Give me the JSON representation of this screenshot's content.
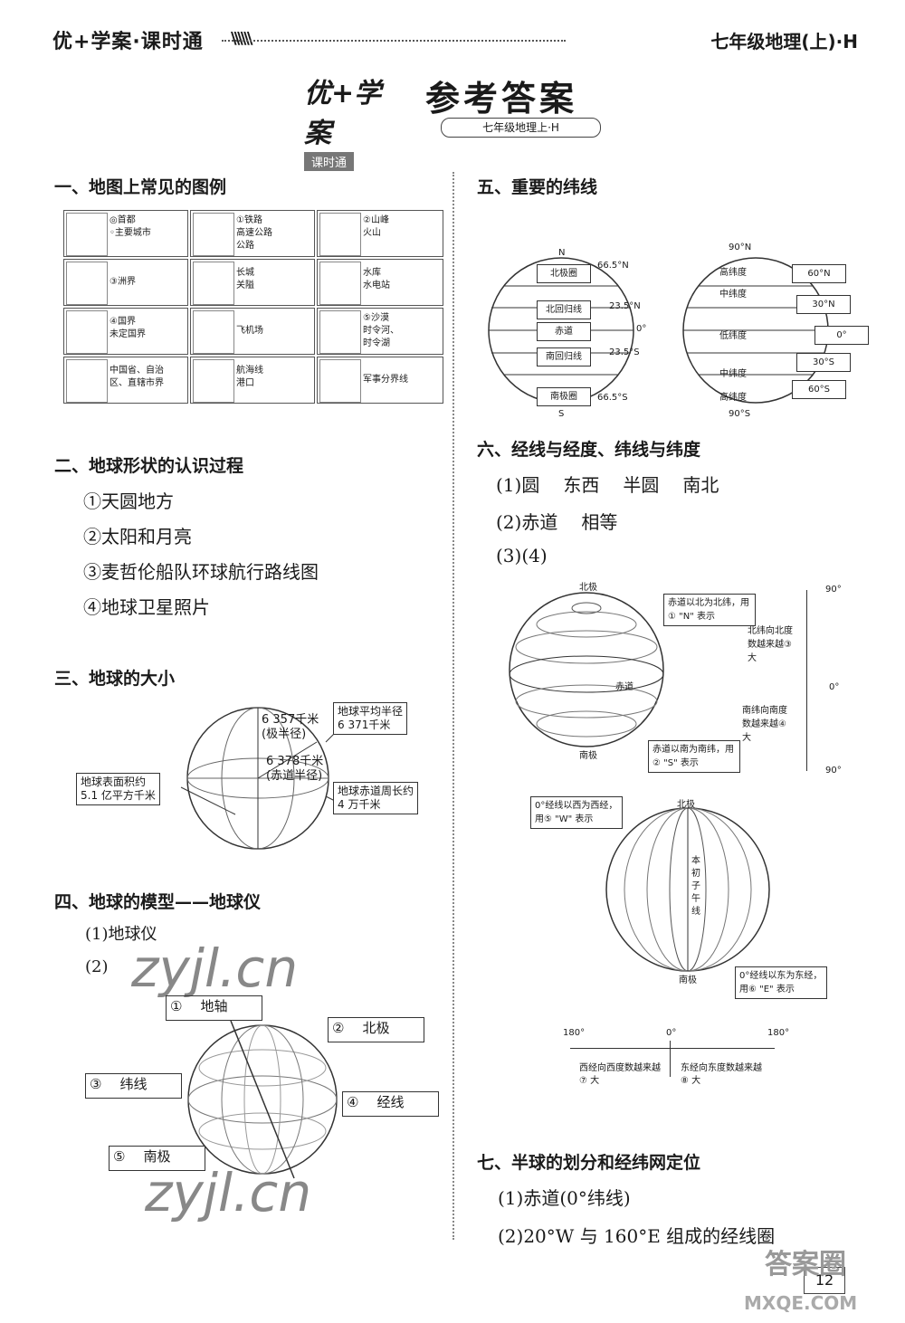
{
  "header": {
    "brand": "优+学案·课时通",
    "book": "七年级地理(上)·H"
  },
  "title_block": {
    "logo_text": "优+学案",
    "logo_sub": "课时通",
    "title": "参考答案",
    "subtitle": "七年级地理上·H"
  },
  "sec1": {
    "heading": "一、地图上常见的图例",
    "cells": [
      {
        "lines": [
          "◎首都",
          "◦主要城市"
        ]
      },
      {
        "lines": [
          "①铁路",
          "高速公路",
          "公路"
        ]
      },
      {
        "lines": [
          "②山峰",
          "火山"
        ]
      },
      {
        "lines": [
          "③洲界"
        ]
      },
      {
        "lines": [
          "长城",
          "关隘"
        ]
      },
      {
        "lines": [
          "水库",
          "水电站"
        ]
      },
      {
        "lines": [
          "④国界",
          "未定国界"
        ]
      },
      {
        "lines": [
          "飞机场"
        ]
      },
      {
        "lines": [
          "⑤沙漠",
          "时令河、",
          "时令湖"
        ]
      },
      {
        "lines": [
          "中国省、自治",
          "区、直辖市界"
        ]
      },
      {
        "lines": [
          "航海线",
          "港口"
        ]
      },
      {
        "lines": [
          "军事分界线"
        ]
      }
    ]
  },
  "sec2": {
    "heading": "二、地球形状的认识过程",
    "answers": [
      "①天圆地方",
      "②太阳和月亮",
      "③麦哲伦船队环球航行路线图",
      "④地球卫星照片"
    ]
  },
  "sec3": {
    "heading": "三、地球的大小",
    "polar": "6 357千米",
    "polar_note": "(极半径)",
    "equatorial": "6 378千米",
    "equatorial_note": "(赤道半径)",
    "mean_label": "地球平均半径",
    "mean_value": "6 371千米",
    "area_label": "地球表面积约",
    "area_value": "5.1 亿平方千米",
    "circ_label": "地球赤道周长约",
    "circ_value": "4 万千米"
  },
  "sec4": {
    "heading": "四、地球的模型——地球仪",
    "a1": "(1)地球仪",
    "a2": "(2)",
    "labels": [
      {
        "num": "①",
        "text": "地轴"
      },
      {
        "num": "②",
        "text": "北极"
      },
      {
        "num": "③",
        "text": "纬线"
      },
      {
        "num": "④",
        "text": "经线"
      },
      {
        "num": "⑤",
        "text": "南极"
      }
    ],
    "watermark": "zyjl.cn"
  },
  "sec5": {
    "heading": "五、重要的纬线",
    "left_labels": [
      "北极圈",
      "北回归线",
      "赤道",
      "南回归线",
      "南极圈"
    ],
    "left_values": [
      "66.5°N",
      "23.5°N",
      "0°",
      "23.5°S",
      "66.5°S"
    ],
    "north": "N",
    "south": "S",
    "right_zones": [
      "高纬度",
      "中纬度",
      "低纬度",
      "中纬度",
      "高纬度"
    ],
    "right_values": [
      "60°N",
      "30°N",
      "0°",
      "30°S",
      "60°S"
    ],
    "top": "90°N",
    "bottom": "90°S"
  },
  "sec6": {
    "heading": "六、经线与经度、纬线与纬度",
    "a1": [
      "(1)圆",
      "东西",
      "半圆",
      "南北"
    ],
    "a2": [
      "(2)赤道",
      "相等"
    ],
    "a3": "(3)(4)",
    "north_pole": "北极",
    "south_pole": "南极",
    "equator": "赤道",
    "note_n": "赤道以北为北纬，用① \"N\" 表示",
    "note_s": "赤道以南为南纬，用② \"S\" 表示",
    "north_inc": "北纬向北度数越来越③ 大",
    "south_inc": "南纬向南度数越来越④ 大",
    "scale_top": "90°",
    "scale_mid": "0°",
    "scale_bot": "90°",
    "note_w": "0°经线以西为西经，用⑤ \"W\" 表示",
    "note_e": "0°经线以东为东经，用⑥ \"E\" 表示",
    "prime": "本初子午线",
    "axis_left": "180°",
    "axis_mid": "0°",
    "axis_right": "180°",
    "west_inc": "西经向西度数越来越⑦ 大",
    "east_inc": "东经向东度数越来越⑧ 大"
  },
  "sec7": {
    "heading": "七、半球的划分和经纬网定位",
    "a1": "(1)赤道(0°纬线)",
    "a2": "(2)20°W 与 160°E 组成的经线圈"
  },
  "footer": {
    "page": "12",
    "site": "MXQE.COM",
    "stamp": "答案圈"
  }
}
